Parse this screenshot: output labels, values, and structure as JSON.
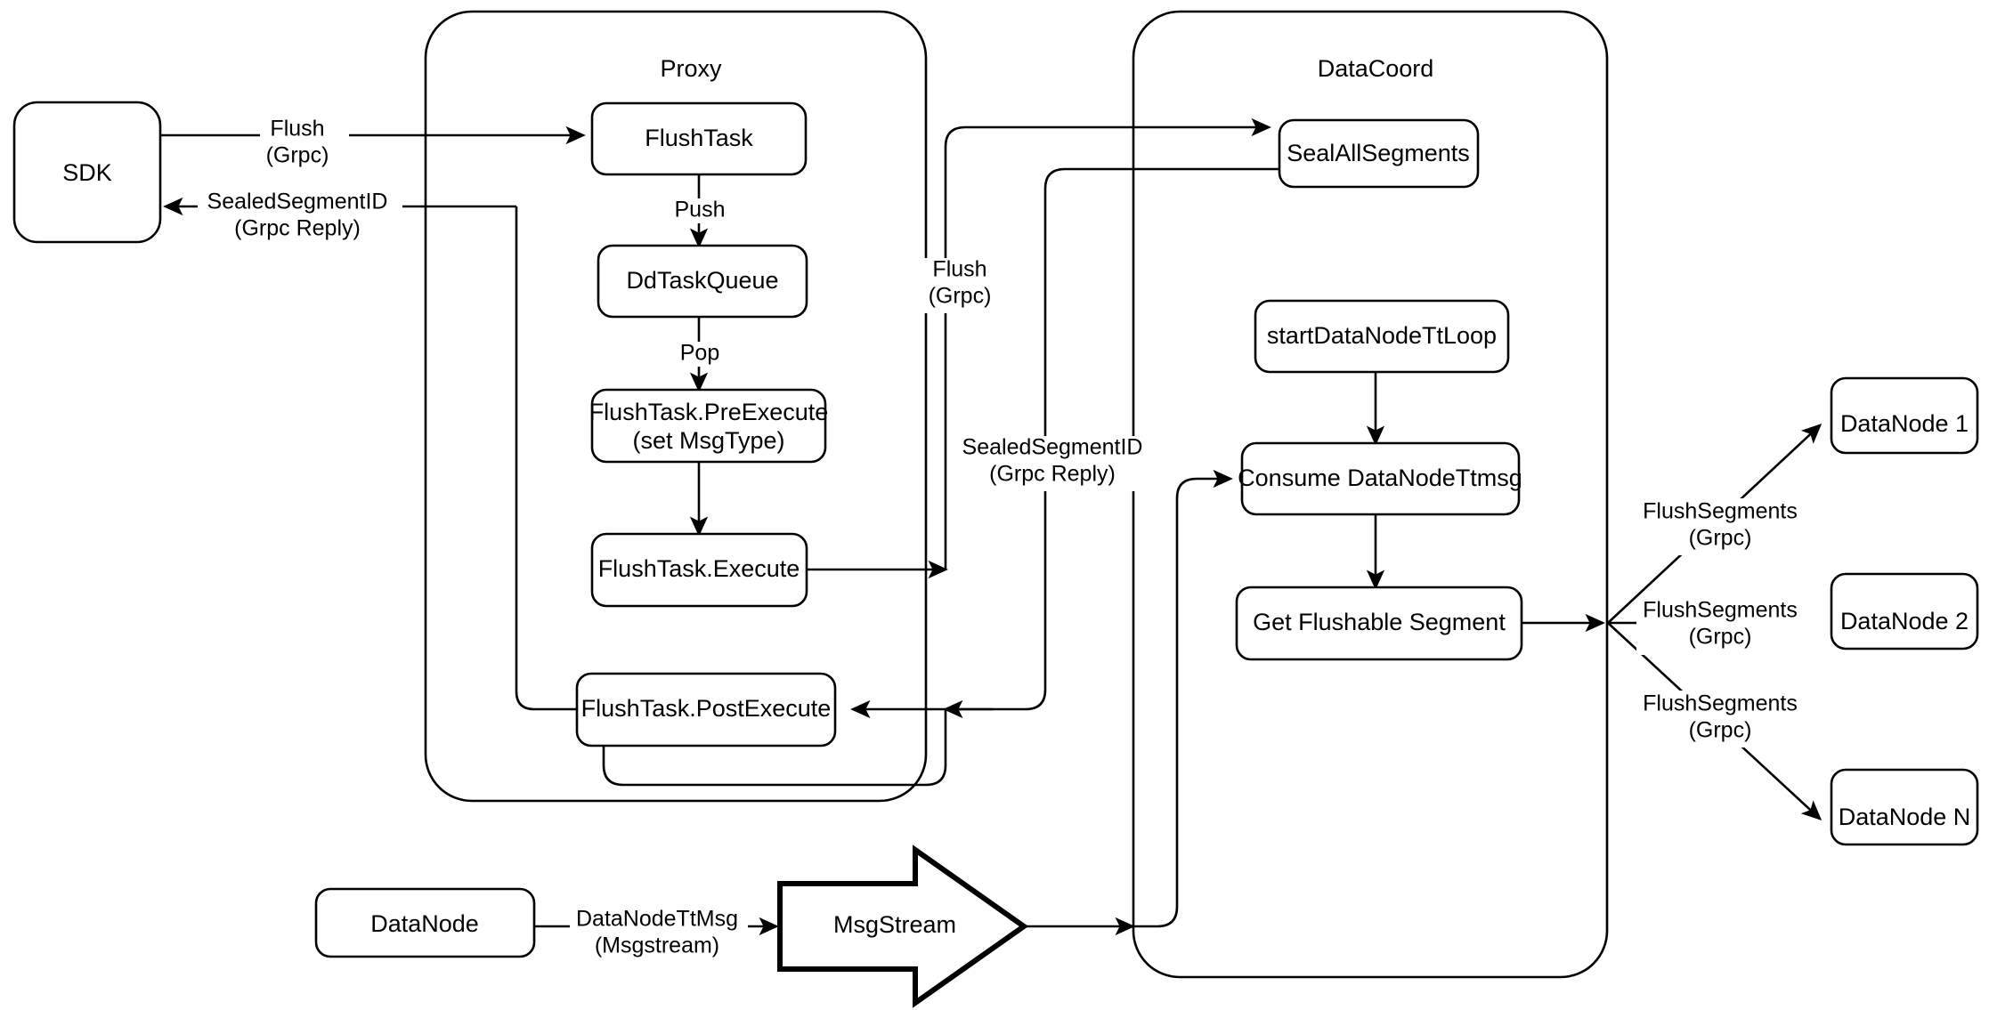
{
  "diagram": {
    "title": "Milvus Flush Flow",
    "background_color": "#ffffff",
    "stroke_color": "#000000"
  },
  "containers": [
    {
      "id": "proxy",
      "label": "Proxy"
    },
    {
      "id": "datacoord",
      "label": "DataCoord"
    }
  ],
  "nodes": {
    "sdk": {
      "label": "SDK"
    },
    "flush_task": {
      "label": "FlushTask"
    },
    "dd_task_queue": {
      "label": "DdTaskQueue"
    },
    "pre_execute_line1": {
      "label": "FlushTask.PreExecute"
    },
    "pre_execute_line2": {
      "label": "(set MsgType)"
    },
    "execute": {
      "label": "FlushTask.Execute"
    },
    "post_execute": {
      "label": "FlushTask.PostExecute"
    },
    "seal_all_segments": {
      "label": "SealAllSegments"
    },
    "start_tt_loop": {
      "label": "startDataNodeTtLoop"
    },
    "consume_tt_msg": {
      "label": "Consume DataNodeTtmsg"
    },
    "get_flushable": {
      "label": "Get Flushable Segment"
    },
    "datanode_1": {
      "label": "DataNode 1"
    },
    "datanode_2": {
      "label": "DataNode 2"
    },
    "datanode_n": {
      "label": "DataNode N"
    },
    "datanode_src": {
      "label": "DataNode"
    },
    "msgstream": {
      "label": "MsgStream"
    }
  },
  "edge_labels": {
    "sdk_flush_l1": "Flush",
    "sdk_flush_l2": "(Grpc)",
    "sdk_reply_l1": "SealedSegmentID",
    "sdk_reply_l2": "(Grpc Reply)",
    "push": "Push",
    "pop": "Pop",
    "proxy_flush_l1": "Flush",
    "proxy_flush_l2": "(Grpc)",
    "proxy_reply_l1": "SealedSegmentID",
    "proxy_reply_l2": "(Grpc Reply)",
    "flush_seg_1_l1": "FlushSegments",
    "flush_seg_1_l2": "(Grpc)",
    "flush_seg_2_l1": "FlushSegments",
    "flush_seg_2_l2": "(Grpc)",
    "flush_seg_n_l1": "FlushSegments",
    "flush_seg_n_l2": "(Grpc)",
    "dn_tt_msg_l1": "DataNodeTtMsg",
    "dn_tt_msg_l2": "(Msgstream)"
  }
}
